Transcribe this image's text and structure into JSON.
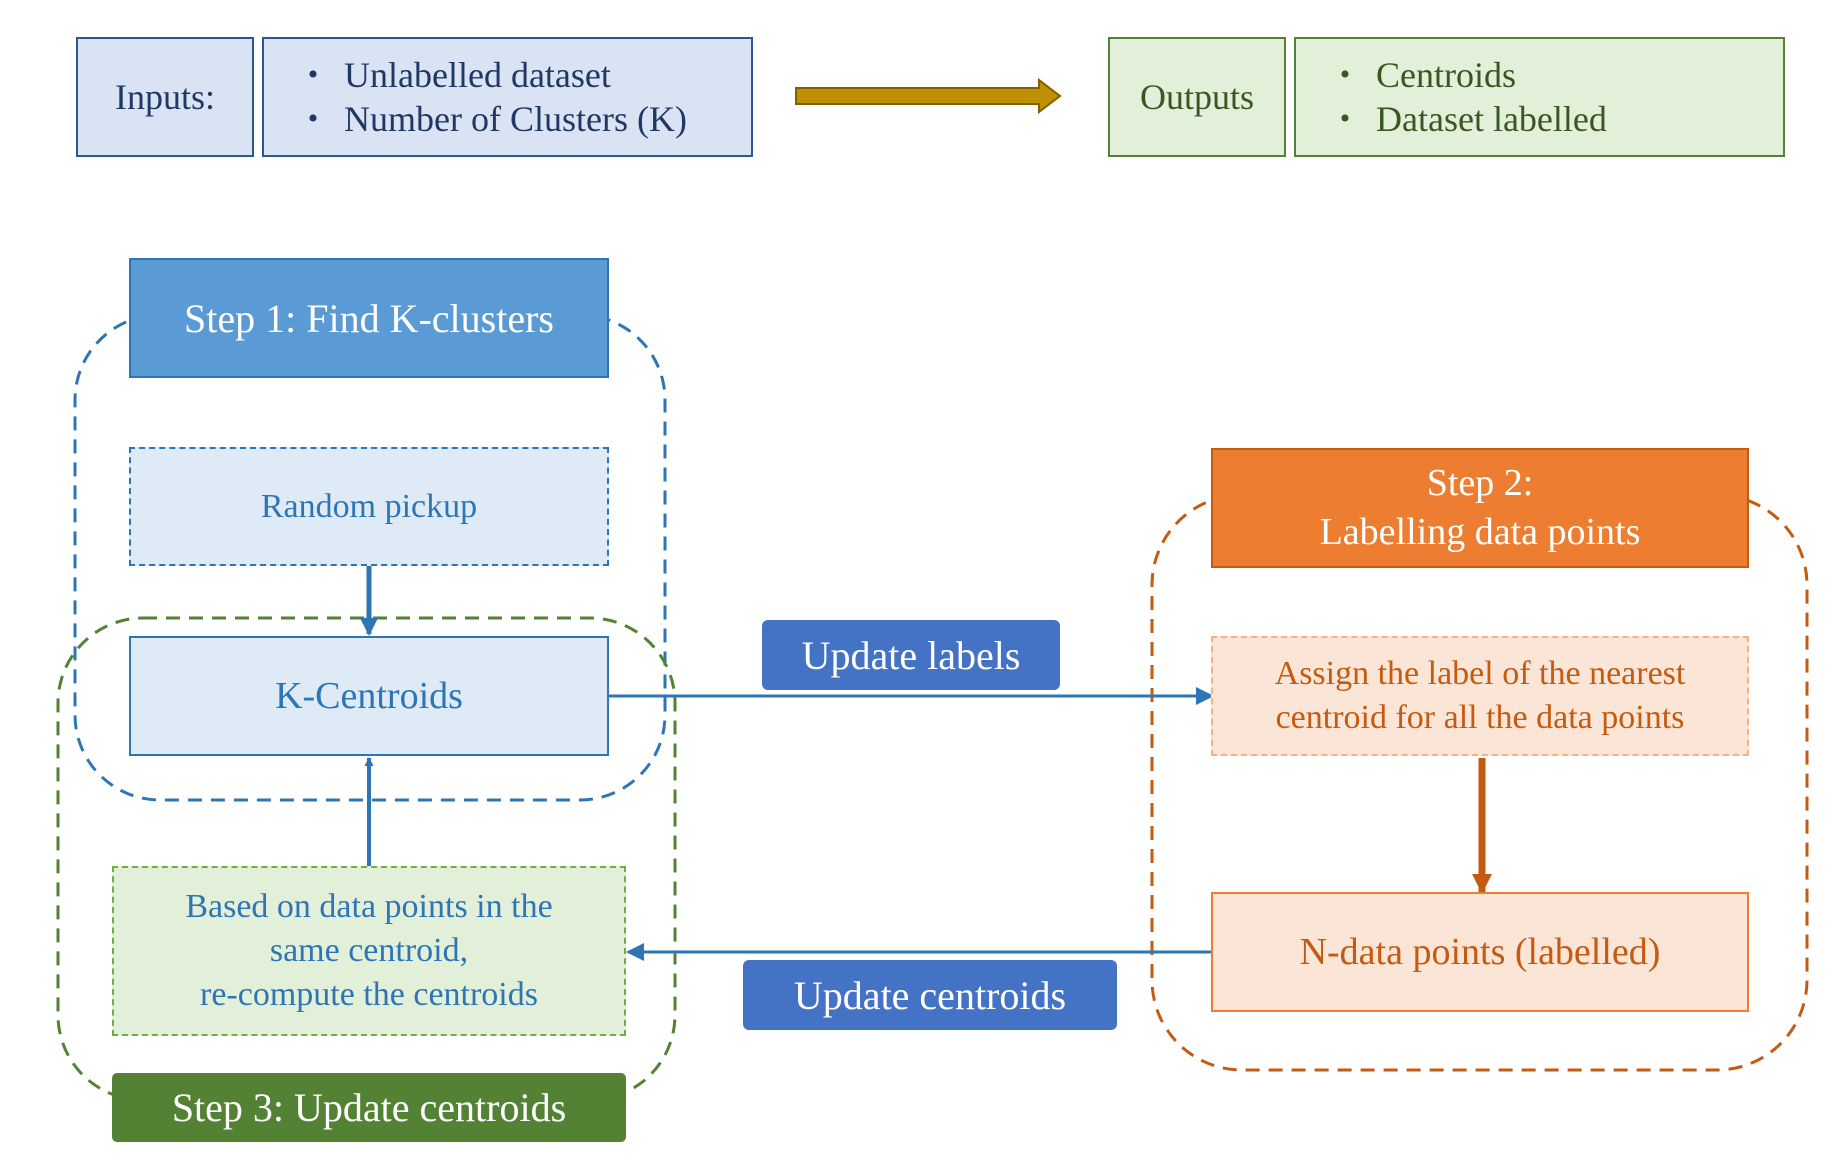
{
  "inputs": {
    "label": "Inputs:",
    "items": [
      "Unlabelled dataset",
      "Number of Clusters (K)"
    ]
  },
  "outputs": {
    "label": "Outputs",
    "items": [
      "Centroids",
      "Dataset labelled"
    ]
  },
  "bullet_glyph": "•",
  "step1": {
    "title": "Step 1: Find K-clusters",
    "random_pickup": "Random pickup",
    "k_centroids": "K-Centroids"
  },
  "step2": {
    "title_line1": "Step 2:",
    "title_line2": "Labelling data points",
    "assign_line1": "Assign the label of the nearest",
    "assign_line2": "centroid for all the data points",
    "n_points": "N-data points (labelled)"
  },
  "step3": {
    "title": "Step 3: Update centroids",
    "recompute_line1": "Based on data points in the",
    "recompute_line2": "same centroid,",
    "recompute_line3": "re-compute the centroids"
  },
  "edges": {
    "update_labels": "Update labels",
    "update_centroids": "Update centroids"
  },
  "colors": {
    "blue": "#2e75b6",
    "orange": "#c55a11",
    "green": "#548235",
    "gold": "#bf9000"
  }
}
